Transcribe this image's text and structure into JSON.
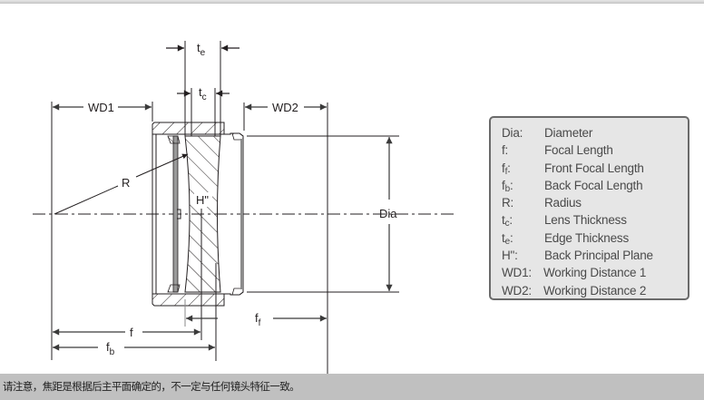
{
  "diagram": {
    "title": "Negative lens in mount – dimensional drawing",
    "labels": {
      "te": {
        "base": "t",
        "sub": "e"
      },
      "tc": {
        "base": "t",
        "sub": "c"
      },
      "wd1": "WD1",
      "wd2": "WD2",
      "r": "R",
      "h2": "H\"",
      "dia": "Dia",
      "f": "f",
      "ff": {
        "base": "f",
        "sub": "f"
      },
      "fb": {
        "base": "f",
        "sub": "b"
      }
    },
    "colors": {
      "line": "#231f20",
      "dim_line": "#6d6e71",
      "legend_bg": "#e6e6e6",
      "legend_border": "#6a6a6a",
      "note_bg": "#c0c0c0"
    }
  },
  "legend": {
    "items": [
      {
        "key": "Dia:",
        "key_sub": "",
        "key_suffix": "",
        "desc": "Diameter"
      },
      {
        "key": "f:",
        "key_sub": "",
        "key_suffix": "",
        "desc": "Focal Length"
      },
      {
        "key": "f",
        "key_sub": "f",
        "key_suffix": ":",
        "desc": "Front Focal Length"
      },
      {
        "key": "f",
        "key_sub": "b",
        "key_suffix": ":",
        "desc": "Back Focal Length"
      },
      {
        "key": "R:",
        "key_sub": "",
        "key_suffix": "",
        "desc": "Radius"
      },
      {
        "key": "t",
        "key_sub": "c",
        "key_suffix": ":",
        "desc": "Lens Thickness"
      },
      {
        "key": "t",
        "key_sub": "e",
        "key_suffix": ":",
        "desc": "Edge Thickness"
      },
      {
        "key": "H\":",
        "key_sub": "",
        "key_suffix": "",
        "desc": "Back Principal Plane"
      },
      {
        "key": "WD1:",
        "key_sub": "",
        "key_suffix": "",
        "desc": "Working Distance 1"
      },
      {
        "key": "WD2:",
        "key_sub": "",
        "key_suffix": "",
        "desc": "Working Distance 2"
      }
    ]
  },
  "note": {
    "text": "请注意，焦距是根据后主平面确定的，不一定与任何镜头特征一致。"
  }
}
